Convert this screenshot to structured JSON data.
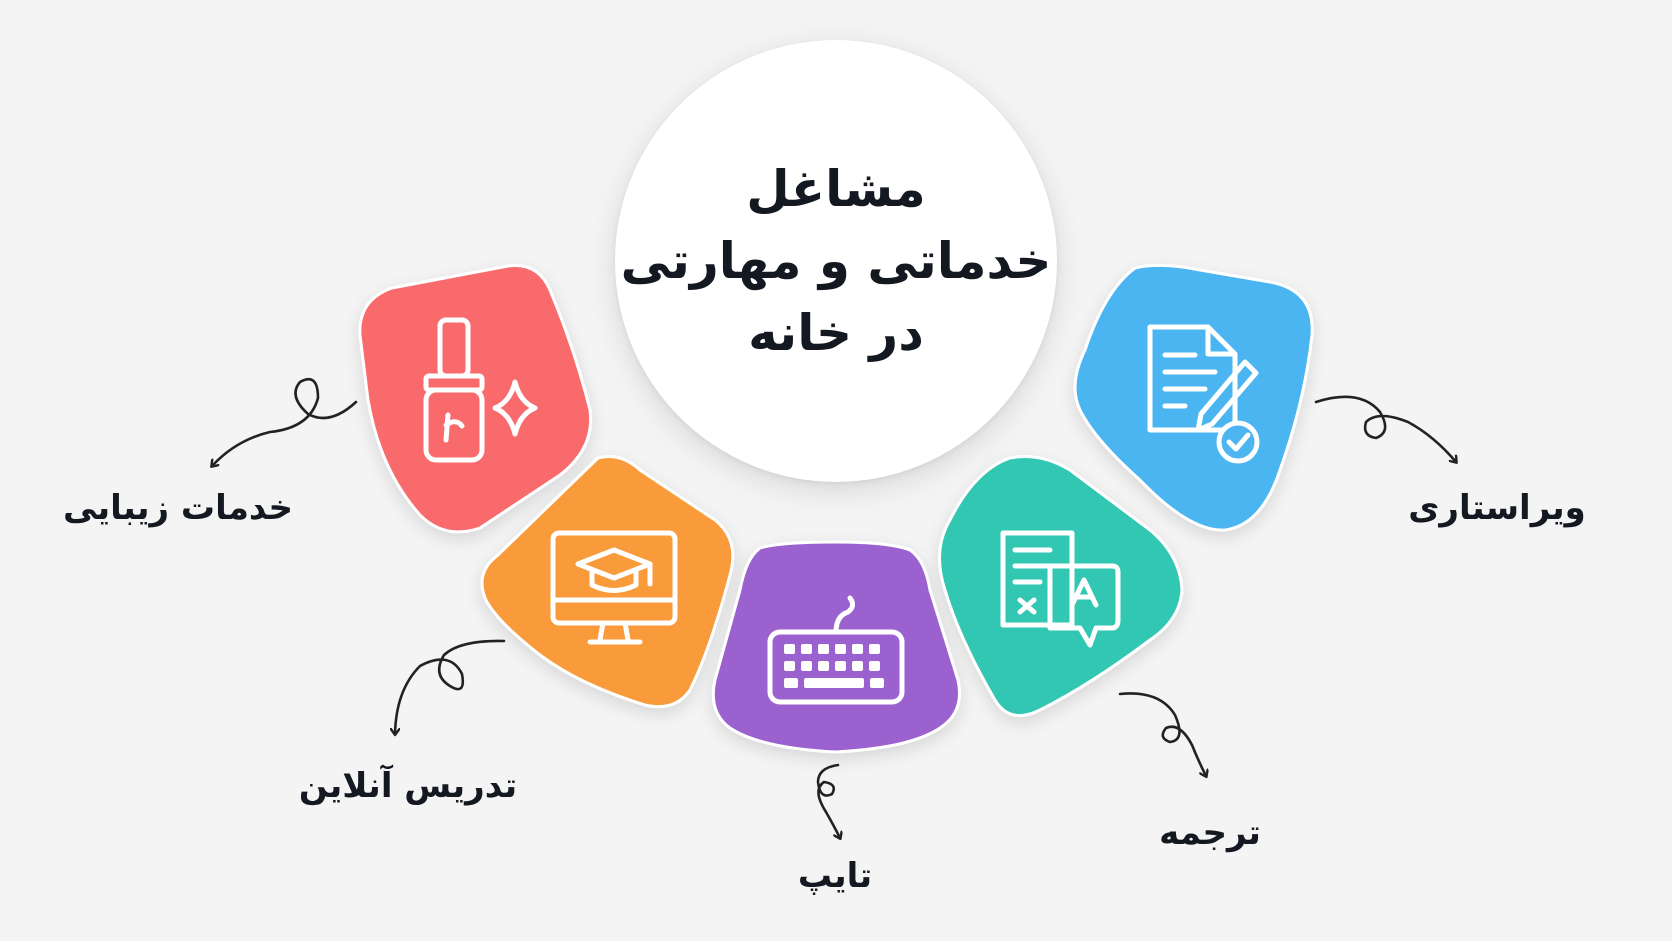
{
  "title": {
    "line1": "مشاغل",
    "line2": "خدماتی و مهارتی",
    "line3": "در خانه"
  },
  "items": [
    {
      "id": "beauty",
      "label": "خدمات زیبایی",
      "color": "#f86a6c",
      "icon": "nail-polish-icon"
    },
    {
      "id": "tutoring",
      "label": "تدریس آنلاین",
      "color": "#f99a3a",
      "icon": "online-education-icon"
    },
    {
      "id": "typing",
      "label": "تایپ",
      "color": "#9b62cf",
      "icon": "keyboard-icon"
    },
    {
      "id": "translate",
      "label": "ترجمه",
      "color": "#33c7b3",
      "icon": "translation-icon"
    },
    {
      "id": "editing",
      "label": "ویراستاری",
      "color": "#4cb5f2",
      "icon": "document-edit-icon"
    }
  ]
}
